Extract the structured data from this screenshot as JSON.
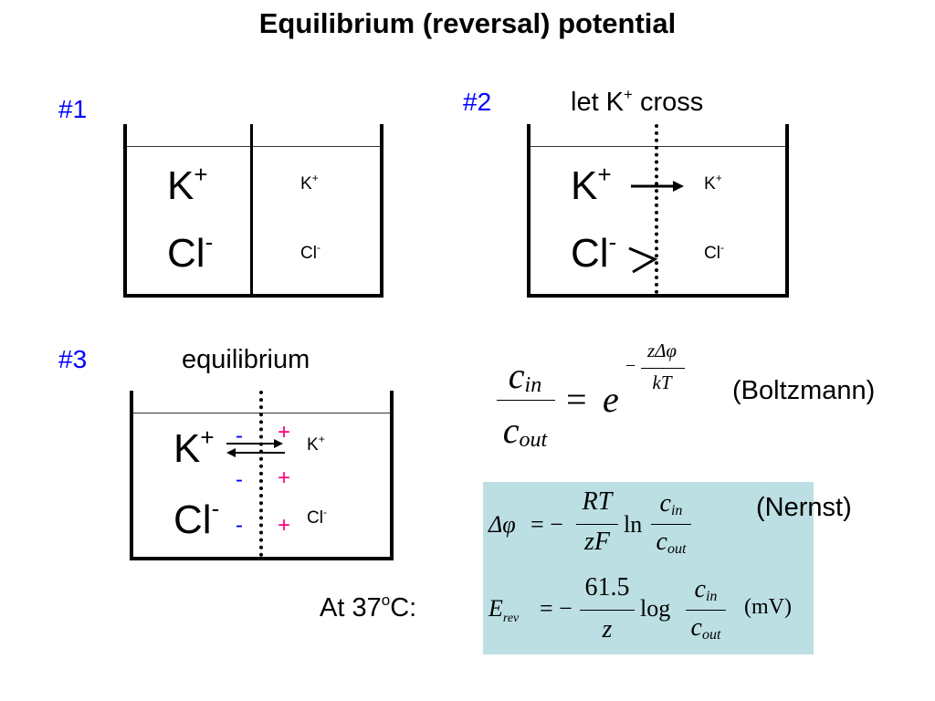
{
  "title": "Equilibrium (reversal) potential",
  "panels": {
    "p1": {
      "label": "#1",
      "left_big_cation": "K",
      "left_big_cation_charge": "+",
      "left_big_anion": "Cl",
      "left_big_anion_charge": "-",
      "right_small_cation": "K",
      "right_small_cation_charge": "+",
      "right_small_anion": "Cl",
      "right_small_anion_charge": "-"
    },
    "p2": {
      "label": "#2",
      "caption_text": "let K",
      "caption_sup": "+",
      "caption_tail": " cross",
      "left_big_cation": "K",
      "left_big_cation_charge": "+",
      "left_big_anion": "Cl",
      "left_big_anion_charge": "-",
      "right_small_cation": "K",
      "right_small_cation_charge": "+",
      "right_small_anion": "Cl",
      "right_small_anion_charge": "-"
    },
    "p3": {
      "label": "#3",
      "caption": "equilibrium",
      "left_big_cation": "K",
      "left_big_cation_charge": "+",
      "left_big_anion": "Cl",
      "left_big_anion_charge": "-",
      "right_small_cation": "K",
      "right_small_cation_charge": "+",
      "right_small_anion": "Cl",
      "right_small_anion_charge": "-",
      "minus_sign": "-",
      "plus_sign": "+"
    }
  },
  "equations": {
    "boltzmann": {
      "label": "(Boltzmann)",
      "c": "c",
      "in": "in",
      "out": "out",
      "equals": "=",
      "e": "e",
      "neg": "−",
      "exp_num": "zΔφ",
      "exp_den": "kT"
    },
    "nernst": {
      "label": "(Nernst)",
      "delta_phi": "Δφ",
      "eq_neg": "= −",
      "num": "RT",
      "den": "zF",
      "ln": "ln",
      "c": "c",
      "in": "in",
      "out": "out"
    },
    "erev": {
      "prefix": "At 37",
      "prefix_sup": "o",
      "prefix_tail": "C:",
      "E": "E",
      "rev": "rev",
      "eq_neg": "= −",
      "num": "61.5",
      "den": "z",
      "log": "log",
      "c": "c",
      "in": "in",
      "out": "out",
      "unit": "(mV)"
    }
  },
  "colors": {
    "label_blue": "#0000ff",
    "minus_blue": "#0000ff",
    "plus_pink": "#ff0080",
    "nernst_box": "#bcdfe3"
  }
}
